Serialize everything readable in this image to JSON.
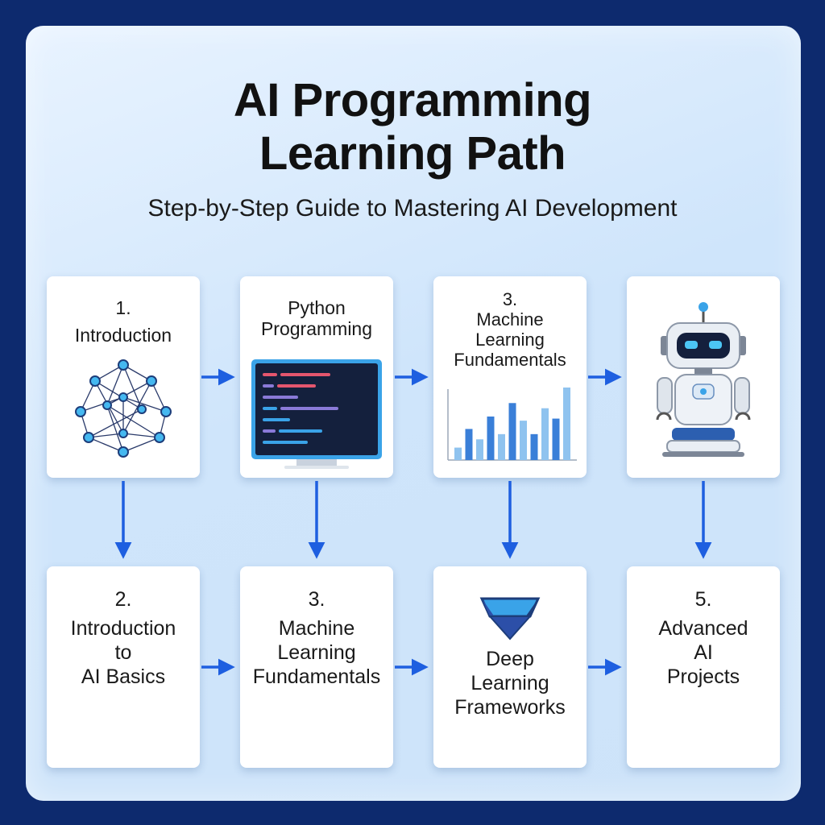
{
  "title": {
    "line1": "AI Programming",
    "line2": "Learning Path"
  },
  "subtitle": "Step-by-Step Guide to Mastering AI Development",
  "top_row": [
    {
      "lines": [
        "1.",
        "Introduction"
      ],
      "icon": "neural-network-icon"
    },
    {
      "lines": [
        "Python",
        "Programming"
      ],
      "icon": "code-monitor-icon"
    },
    {
      "lines": [
        "3.",
        "Machine",
        "Learning",
        "Fundamentals"
      ],
      "icon": "bar-chart-icon"
    },
    {
      "lines": [],
      "icon": "robot-icon"
    }
  ],
  "bottom_row": [
    {
      "lines": [
        "2.",
        "Introduction",
        "to",
        "AI Basics"
      ]
    },
    {
      "lines": [
        "3.",
        "Machine",
        "Learning",
        "Fundamentals"
      ]
    },
    {
      "lines": [
        "Deep",
        "Learning",
        "Frameworks"
      ],
      "icon": "deep-learning-framework-icon"
    },
    {
      "lines": [
        "5.",
        "Advanced",
        "AI",
        "Projects"
      ]
    }
  ],
  "chart_bars": [
    0.12,
    0.3,
    0.2,
    0.42,
    0.25,
    0.55,
    0.38,
    0.25,
    0.5,
    0.4,
    0.7
  ],
  "colors": {
    "arrow": "#1e5fe0",
    "accent": "#3aa3e8",
    "node": "#45b8f0"
  }
}
